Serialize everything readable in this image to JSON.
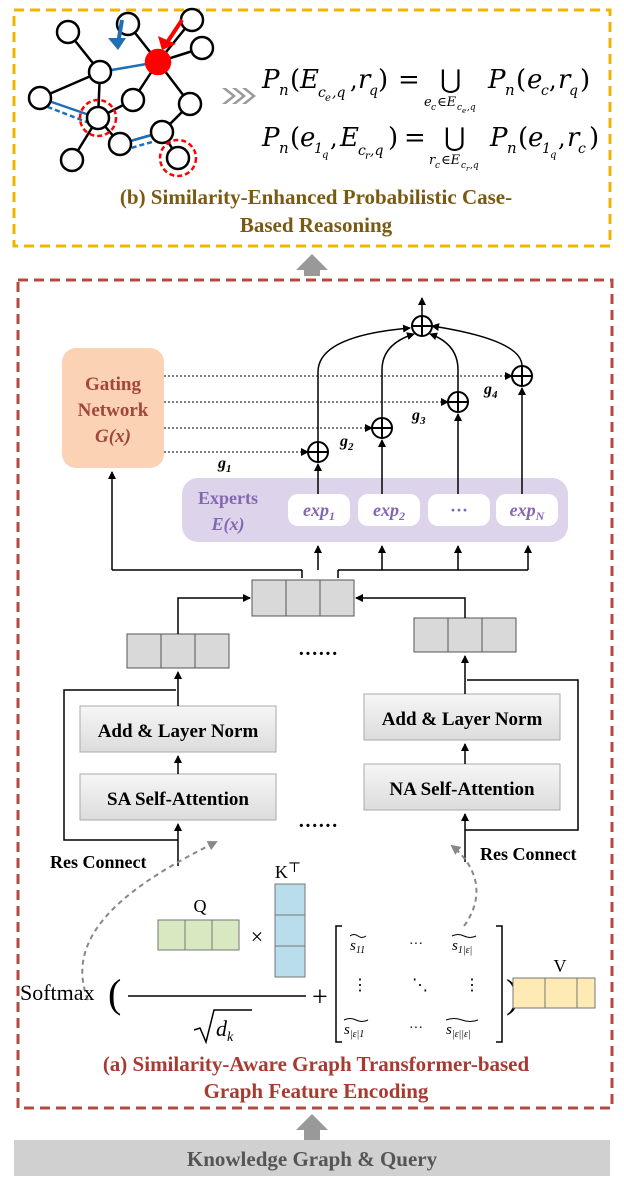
{
  "top_panel": {
    "caption_line1": "(b) Similarity-Enhanced Probabilistic Case-",
    "caption_line2": "Based Reasoning",
    "colors": {
      "border": "#f0b400",
      "caption": "#7a5a10",
      "node_red": "#ff0000",
      "edge_blue": "#1f6fb5"
    },
    "formula1": {
      "lhs_P": "P",
      "lhs_n": "n",
      "lhs_paren_open": "(",
      "lhs_E": "E",
      "lhs_E_sub": "c",
      "lhs_E_subsub": "e",
      "lhs_E_sub2": ",q",
      "lhs_comma": ", ",
      "lhs_r": "r",
      "lhs_r_sub": "q",
      "lhs_paren_close": ")",
      "equals": "=",
      "union": "⋃",
      "union_sub": "e",
      "union_sub_c": "c",
      "union_sub_in": "∈E",
      "union_sub_E_sub": "c",
      "union_sub_E_subsub": "e",
      "union_sub_tail": ",q",
      "rhs_P": "P",
      "rhs_n": "n",
      "rhs_args_open": "(",
      "rhs_e": "e",
      "rhs_e_sub": "c",
      "rhs_comma": ", ",
      "rhs_r": "r",
      "rhs_r_sub": "q",
      "rhs_args_close": ")"
    },
    "formula2": {
      "lhs_P": "P",
      "lhs_n": "n",
      "lhs_paren_open": "(",
      "lhs_e": "e",
      "lhs_e_sub": "1",
      "lhs_e_subsub": "q",
      "lhs_comma": ", ",
      "lhs_E": "E",
      "lhs_E_sub": "c",
      "lhs_E_subsub": "r",
      "lhs_E_sub2": ",q",
      "lhs_paren_close": ")",
      "equals": "=",
      "union": "⋃",
      "union_sub": "r",
      "union_sub_c": "c",
      "union_sub_in": "∈E",
      "union_sub_E_sub": "c",
      "union_sub_E_subsub": "r",
      "union_sub_tail": ",q",
      "rhs_P": "P",
      "rhs_n": "n",
      "rhs_args_open": "(",
      "rhs_e": "e",
      "rhs_e_sub": "1",
      "rhs_e_subsub": "q",
      "rhs_comma": ", ",
      "rhs_r": "r",
      "rhs_r_sub": "c",
      "rhs_args_close": ")"
    }
  },
  "main_panel": {
    "caption_line1": "(a) Similarity-Aware Graph Transformer-based",
    "caption_line2": "Graph Feature Encoding",
    "colors": {
      "border": "#b5493f",
      "caption": "#a83a32",
      "gating_fill": "#fbd3b4",
      "gating_text": "#a3453a",
      "experts_fill": "#ddd4ec",
      "experts_text": "#8467b2",
      "box_fill": "#d9d9d9"
    },
    "gating": {
      "line1": "Gating",
      "line2": "Network",
      "line3": "G(x)"
    },
    "experts": {
      "label1": "Experts",
      "label2": "E(x)",
      "items": [
        "exp",
        "exp",
        "···",
        "exp"
      ],
      "subs": [
        "1",
        "2",
        "",
        "N"
      ]
    },
    "gates": [
      {
        "g": "g",
        "sub": "1"
      },
      {
        "g": "g",
        "sub": "2"
      },
      {
        "g": "g",
        "sub": "3"
      },
      {
        "g": "g",
        "sub": "4"
      }
    ],
    "left_branch": {
      "norm": "Add & Layer Norm",
      "attn": "SA Self-Attention",
      "res": "Res Connect"
    },
    "right_branch": {
      "norm": "Add & Layer Norm",
      "attn": "NA Self-Attention",
      "res": "Res Connect"
    },
    "dots": "······",
    "formula": {
      "softmax": "Softmax",
      "Q": "Q",
      "times": "×",
      "K": "K",
      "K_sup": "⊤",
      "sqrt_d": "d",
      "sqrt_k": "k",
      "plus": "+",
      "V": "V",
      "m11": "s",
      "m11_sub": "11",
      "m1e": "s",
      "m1e_sub": "1|ε|",
      "me1": "s",
      "me1_sub": "|ε|1",
      "mee": "s",
      "mee_sub": "|ε||ε|",
      "hdots": "···",
      "vdots": "⋮",
      "ddots": "⋱",
      "q_color": "#d8e9c2",
      "k_color": "#b9ddeb",
      "v_color": "#fdeab4"
    }
  },
  "bottom_bar": {
    "label": "Knowledge Graph & Query"
  }
}
